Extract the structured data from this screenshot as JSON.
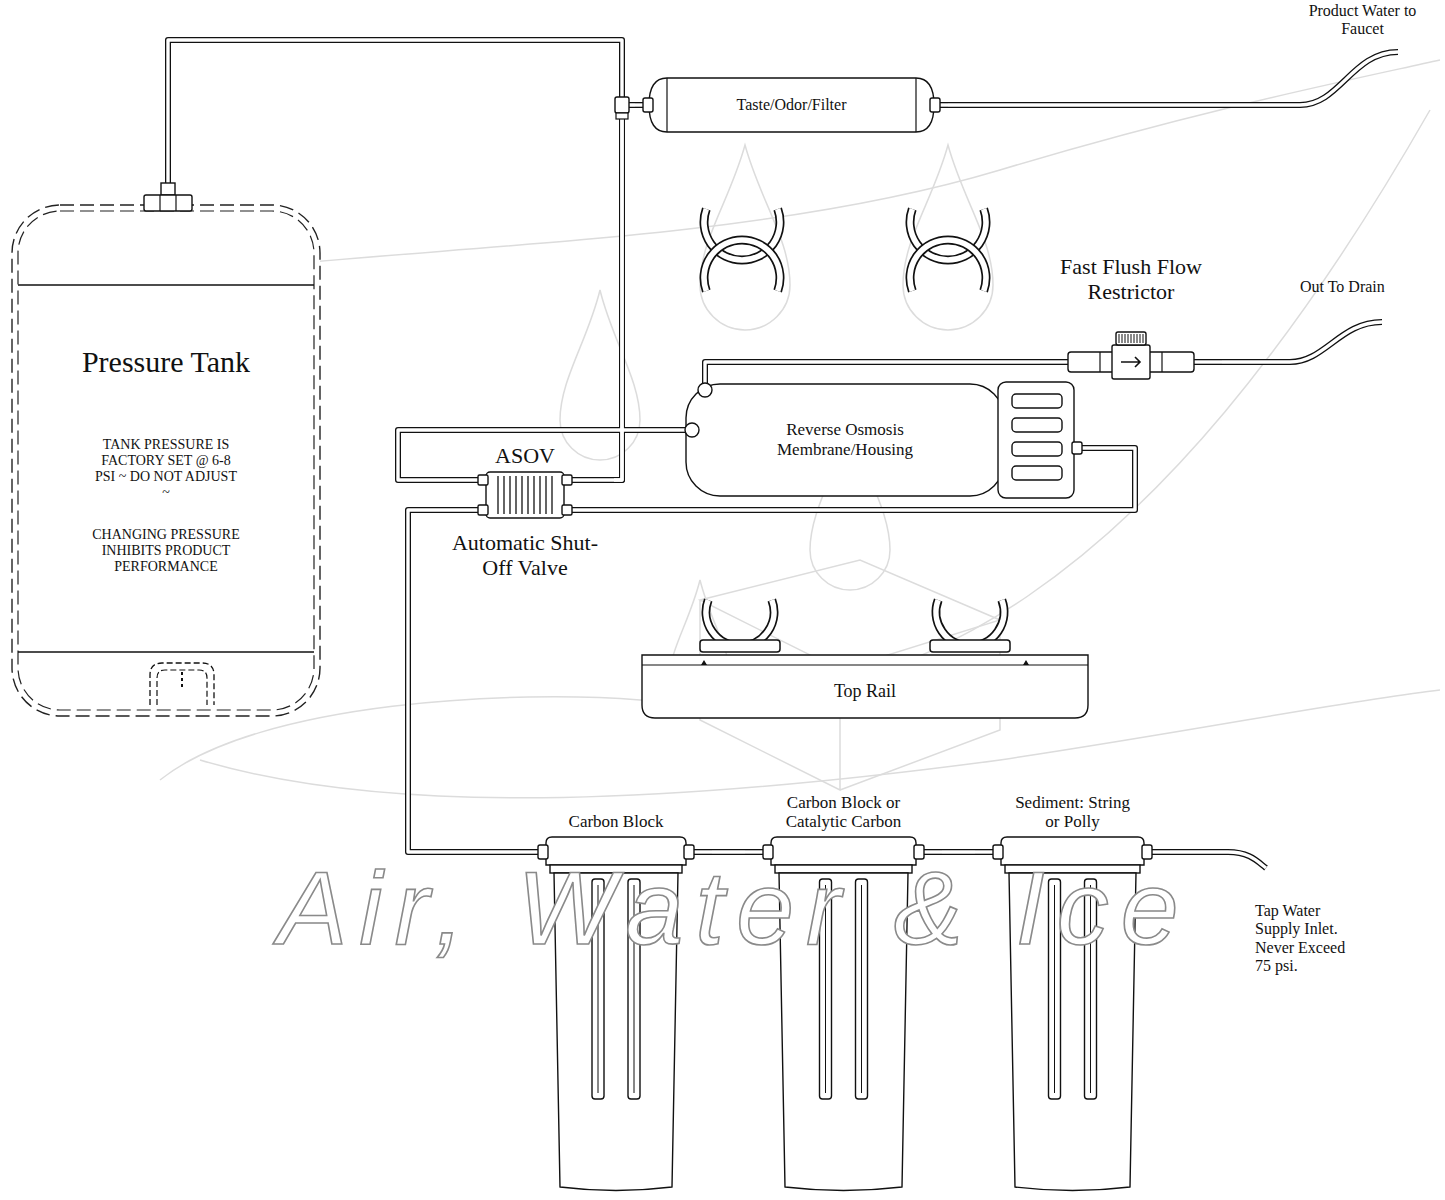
{
  "diagram": {
    "nodes": [
      {
        "text": [
          "Pressure Tank",
          "TANK PRESSURE IS FACTORY SET @ 6-8 PSI ~ DO NOT ADJUST ~",
          "CHANGING PRESSURE INHIBITS PRODUCT PERFORMANCE"
        ]
      },
      {
        "text": [
          "Taste/Odor/Filter"
        ]
      },
      {
        "text": [
          "ASOV",
          "Automatic Shut-Off Valve"
        ]
      },
      {
        "text": [
          "Fast Flush Flow Restrictor"
        ]
      },
      {
        "text": [
          "Reverse Osmosis Membrane/Housing"
        ]
      },
      {
        "text": [
          "Top Rail"
        ]
      },
      {
        "text": [
          "Carbon Block"
        ]
      },
      {
        "text": [
          "Carbon Block or Catalytic Carbon"
        ]
      },
      {
        "text": [
          "Sediment: String or Polly"
        ]
      }
    ],
    "edges": [
      {
        "from": 8,
        "to": 7,
        "arrow": "none"
      },
      {
        "from": 7,
        "to": 6,
        "arrow": "none"
      },
      {
        "from": 6,
        "to": 2,
        "arrow": "none"
      },
      {
        "from": 2,
        "to": 4,
        "arrow": "none"
      },
      {
        "from": 4,
        "to": 2,
        "arrow": "none"
      },
      {
        "from": 2,
        "to": 0,
        "arrow": "none"
      },
      {
        "from": 2,
        "to": 1,
        "arrow": "none"
      },
      {
        "from": 4,
        "to": 3,
        "arrow": "none"
      }
    ],
    "labels": [
      "Product Water to Faucet",
      "Out To Drain",
      "Tap Water Supply Inlet. Never Exceed 75 psi.",
      "Air, Water & Ice"
    ]
  }
}
